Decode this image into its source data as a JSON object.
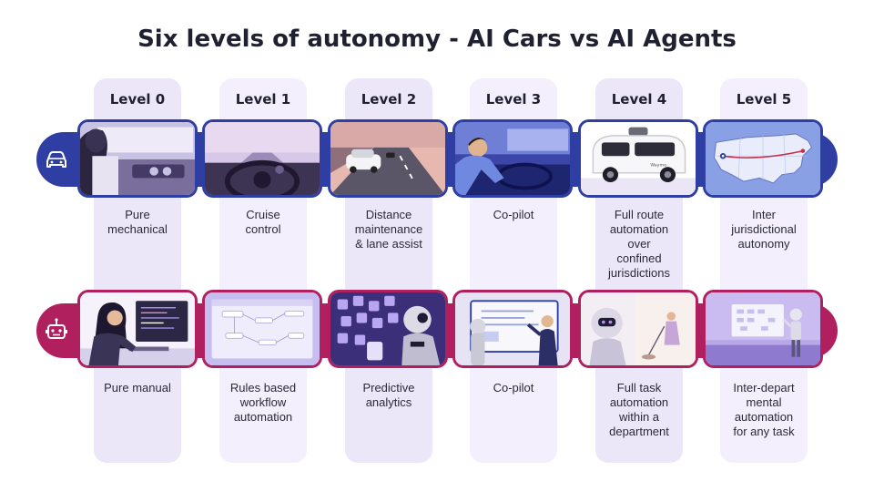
{
  "title": "Six levels of autonomy - AI Cars vs AI Agents",
  "rows": {
    "cars_icon": "car-icon",
    "agents_icon": "robot-icon",
    "cars_color": "#2f3ea3",
    "agents_color": "#b0205f"
  },
  "levels": [
    {
      "label": "Level 0",
      "car": "Pure\nmechanical",
      "agent": "Pure manual"
    },
    {
      "label": "Level 1",
      "car": "Cruise\ncontrol",
      "agent": "Rules based\nworkflow\nautomation"
    },
    {
      "label": "Level 2",
      "car": "Distance\nmaintenance\n& lane assist",
      "agent": "Predictive\nanalytics"
    },
    {
      "label": "Level 3",
      "car": "Co-pilot",
      "agent": "Co-pilot"
    },
    {
      "label": "Level 4",
      "car": "Full route\nautomation\nover\nconfined\njurisdictions",
      "agent": "Full task\nautomation\nwithin a\ndepartment"
    },
    {
      "label": "Level 5",
      "car": "Inter\njurisdictional\nautonomy",
      "agent": "Inter-depart\nmental\nautomation\nfor any task"
    }
  ],
  "tile_brand": "Waymo"
}
